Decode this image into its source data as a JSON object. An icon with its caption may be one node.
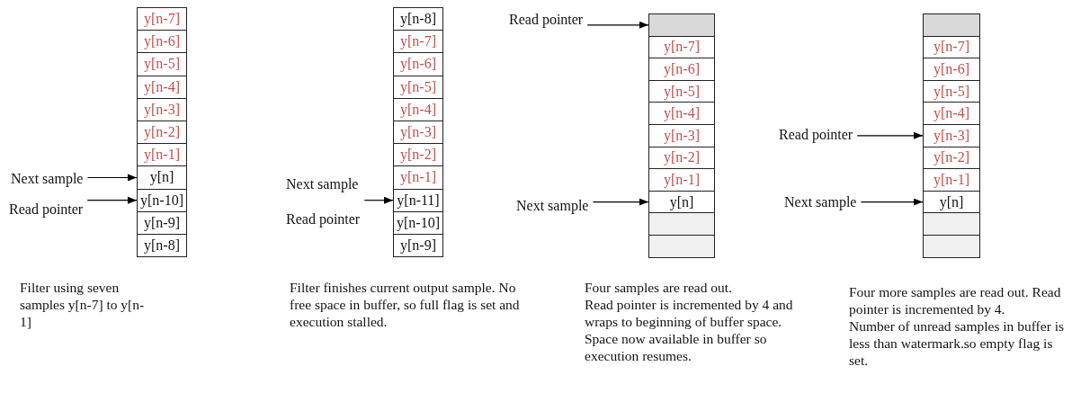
{
  "diagram": {
    "nodes": [
      {
        "text": [
          "y[n-7]"
        ]
      },
      {
        "text": [
          "y[n-6]"
        ]
      },
      {
        "text": [
          "y[n-5]"
        ]
      },
      {
        "text": [
          "y[n-4]"
        ]
      },
      {
        "text": [
          "y[n-3]"
        ]
      },
      {
        "text": [
          "y[n-2]"
        ]
      },
      {
        "text": [
          "y[n-1]"
        ]
      },
      {
        "text": [
          "y[n]"
        ]
      },
      {
        "text": [
          "y[n-10]"
        ]
      },
      {
        "text": [
          "y[n-9]"
        ]
      },
      {
        "text": [
          "y[n-8]"
        ]
      },
      {
        "text": [
          "Next sample"
        ]
      },
      {
        "text": [
          "Read pointer"
        ]
      },
      {
        "text": [
          "y[n-8]"
        ]
      },
      {
        "text": [
          "y[n-7]"
        ]
      },
      {
        "text": [
          "y[n-6]"
        ]
      },
      {
        "text": [
          "y[n-5]"
        ]
      },
      {
        "text": [
          "y[n-4]"
        ]
      },
      {
        "text": [
          "y[n-3]"
        ]
      },
      {
        "text": [
          "y[n-2]"
        ]
      },
      {
        "text": [
          "y[n-1]"
        ]
      },
      {
        "text": [
          "y[n-11]"
        ]
      },
      {
        "text": [
          "y[n-10]"
        ]
      },
      {
        "text": [
          "y[n-9]"
        ]
      },
      {
        "text": [
          "Next sample"
        ]
      },
      {
        "text": [
          "Read pointer"
        ]
      },
      {
        "text": [],
        "shape": "box"
      },
      {
        "text": [
          "y[n-7]"
        ]
      },
      {
        "text": [
          "y[n-6]"
        ]
      },
      {
        "text": [
          "y[n-5]"
        ]
      },
      {
        "text": [
          "y[n-4]"
        ]
      },
      {
        "text": [
          "y[n-3]"
        ]
      },
      {
        "text": [
          "y[n-2]"
        ]
      },
      {
        "text": [
          "y[n-1]"
        ]
      },
      {
        "text": [
          "y[n]"
        ]
      },
      {
        "text": [],
        "shape": "box"
      },
      {
        "text": [],
        "shape": "box"
      },
      {
        "text": [
          "Read pointer"
        ]
      },
      {
        "text": [
          "Next sample"
        ]
      },
      {
        "text": [],
        "shape": "box"
      },
      {
        "text": [
          "y[n-7]"
        ]
      },
      {
        "text": [
          "y[n-6]"
        ]
      },
      {
        "text": [
          "y[n-5]"
        ]
      },
      {
        "text": [
          "y[n-4]"
        ]
      },
      {
        "text": [
          "y[n-3]"
        ]
      },
      {
        "text": [
          "y[n-2]"
        ]
      },
      {
        "text": [
          "y[n-1]"
        ]
      },
      {
        "text": [
          "y[n]"
        ]
      },
      {
        "text": [],
        "shape": "box"
      },
      {
        "text": [],
        "shape": "box"
      },
      {
        "text": [
          "Read pointer"
        ]
      },
      {
        "text": [
          "Next sample"
        ]
      }
    ],
    "edges": [
      {
        "from": 11,
        "to": 7,
        "arrow": "to"
      },
      {
        "from": 12,
        "to": 8,
        "arrow": "to"
      },
      {
        "from": 24,
        "to": 21,
        "arrow": "to"
      },
      {
        "from": 25,
        "to": 21,
        "arrow": "to"
      },
      {
        "from": 37,
        "to": 26,
        "arrow": "to"
      },
      {
        "from": 38,
        "to": 34,
        "arrow": "to"
      },
      {
        "from": 50,
        "to": 44,
        "arrow": "to"
      },
      {
        "from": 51,
        "to": 47,
        "arrow": "to"
      }
    ],
    "labels": [
      "Filter using seven samples y[n-7] to y[n-1]",
      "Filter finishes current output sample. No free space in buffer, so full flag is set and execution stalled.",
      "Four samples are read out.",
      "Read pointer is incremented by 4 and wraps to beginning of buffer space.",
      "Space now available in buffer so execution resumes.",
      "Four more samples are read out. Read pointer is incremented by 4.",
      "Number of unread samples in buffer is less than watermark.so empty flag is set."
    ]
  }
}
